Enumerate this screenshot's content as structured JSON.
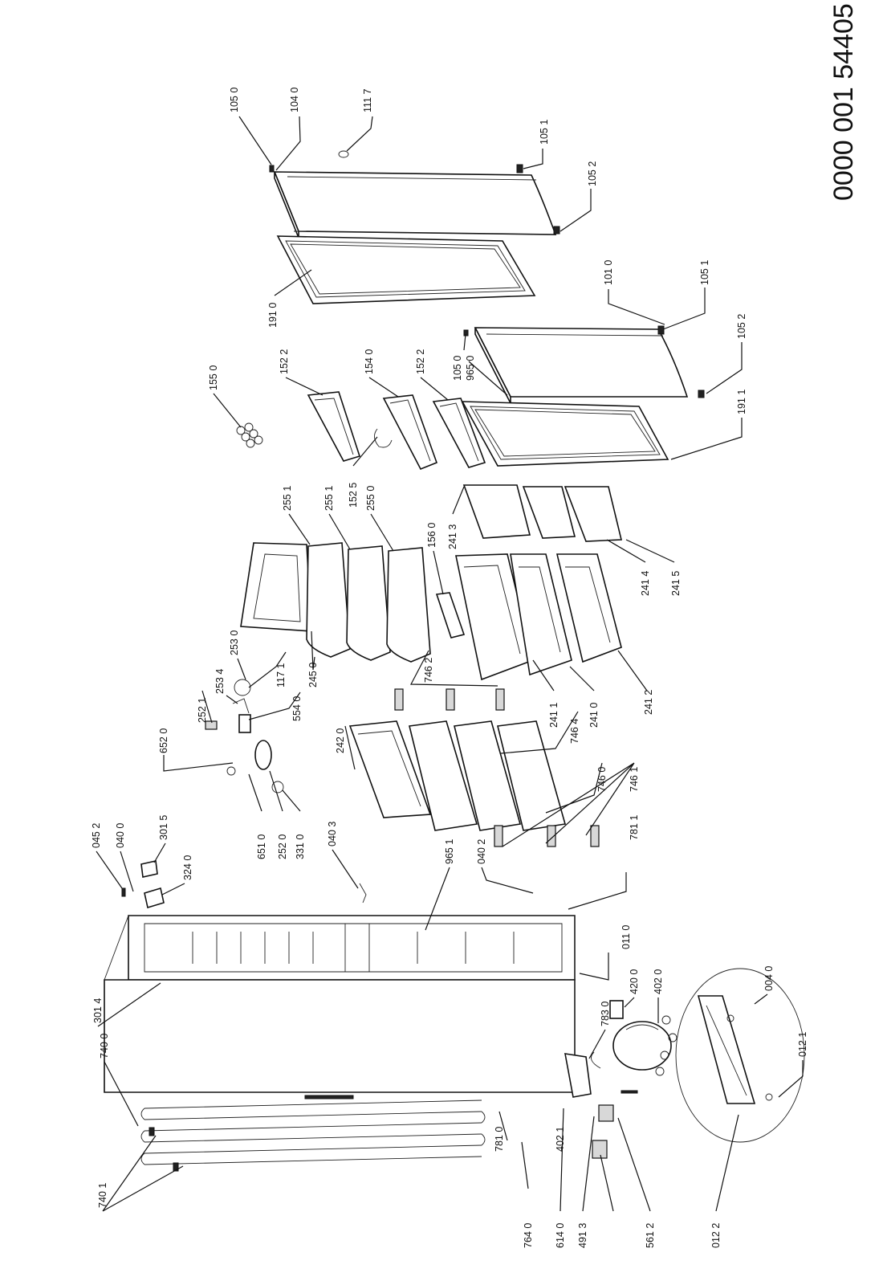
{
  "document": {
    "number": "0000 001 54405"
  },
  "labels": {
    "l1050a": "105 0",
    "l1040": "104 0",
    "l1117": "111 7",
    "l1051a": "105 1",
    "l1052a": "105 2",
    "l1910": "191 0",
    "l1010": "101 0",
    "l1051b": "105 1",
    "l1052b": "105 2",
    "l9650": "965 0",
    "l1050b": "105 0",
    "l1911": "191 1",
    "l1550": "155 0",
    "l1522a": "152 2",
    "l1540": "154 0",
    "l1522b": "152 2",
    "l1525": "152 5",
    "l2551a": "255 1",
    "l2551b": "255 1",
    "l2550": "255 0",
    "l1560": "156 0",
    "l2413": "241 3",
    "l2414": "241 4",
    "l2415": "241 5",
    "l7462": "746 2",
    "l2411": "241 1",
    "l7464": "746 4",
    "l2410": "241 0",
    "l2412": "241 2",
    "l2530": "253 0",
    "l2534": "253 4",
    "l1171": "117 1",
    "l5540": "554 0",
    "l2450": "245 0",
    "l2521": "252 1",
    "l6520": "652 0",
    "l2420": "242 0",
    "l7460": "746 0",
    "l7461": "746 1",
    "l0452": "045 2",
    "l0400": "040 0",
    "l3015": "301 5",
    "l3240": "324 0",
    "l6510": "651 0",
    "l2520": "252 0",
    "l3310": "331 0",
    "l0403": "040 3",
    "l9651": "965 1",
    "l0402": "040 2",
    "l7811a": "781 1",
    "l0110": "011 0",
    "l4200": "420 0",
    "l4020": "402 0",
    "l7830": "783 0",
    "l0040": "004 0",
    "l0121": "012 1",
    "l3014": "301 4",
    "l7400": "740 0",
    "l7401": "740 1",
    "l7810": "781 0",
    "l4021": "402 1",
    "l6140": "614 0",
    "l4913": "491 3",
    "l5612": "561 2",
    "l0122": "012 2",
    "l7640": "764 0"
  }
}
